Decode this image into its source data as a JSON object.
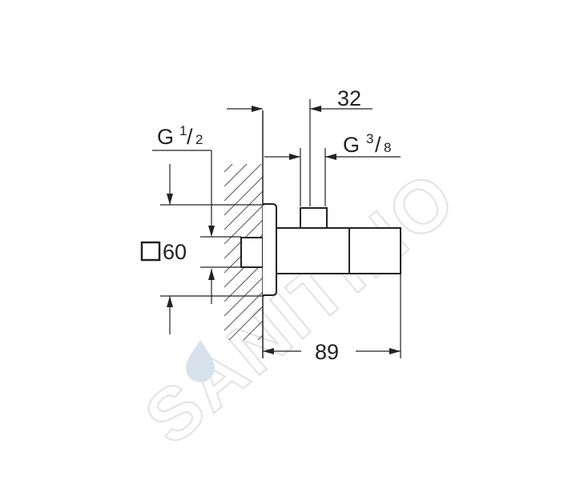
{
  "watermark": "SANITINO",
  "colors": {
    "line": "#222222",
    "watermark": "#e2e2e2",
    "drop": "#d8e2ec"
  },
  "dimensions": {
    "top_width": "32",
    "outlet_thread": {
      "prefix": "G",
      "num": "3",
      "den": "8"
    },
    "inlet_thread": {
      "prefix": "G",
      "num": "1",
      "den": "2"
    },
    "rosette_size": "60",
    "overall_length": "89"
  },
  "icons": {
    "square_symbol": "square-symbol-icon"
  }
}
